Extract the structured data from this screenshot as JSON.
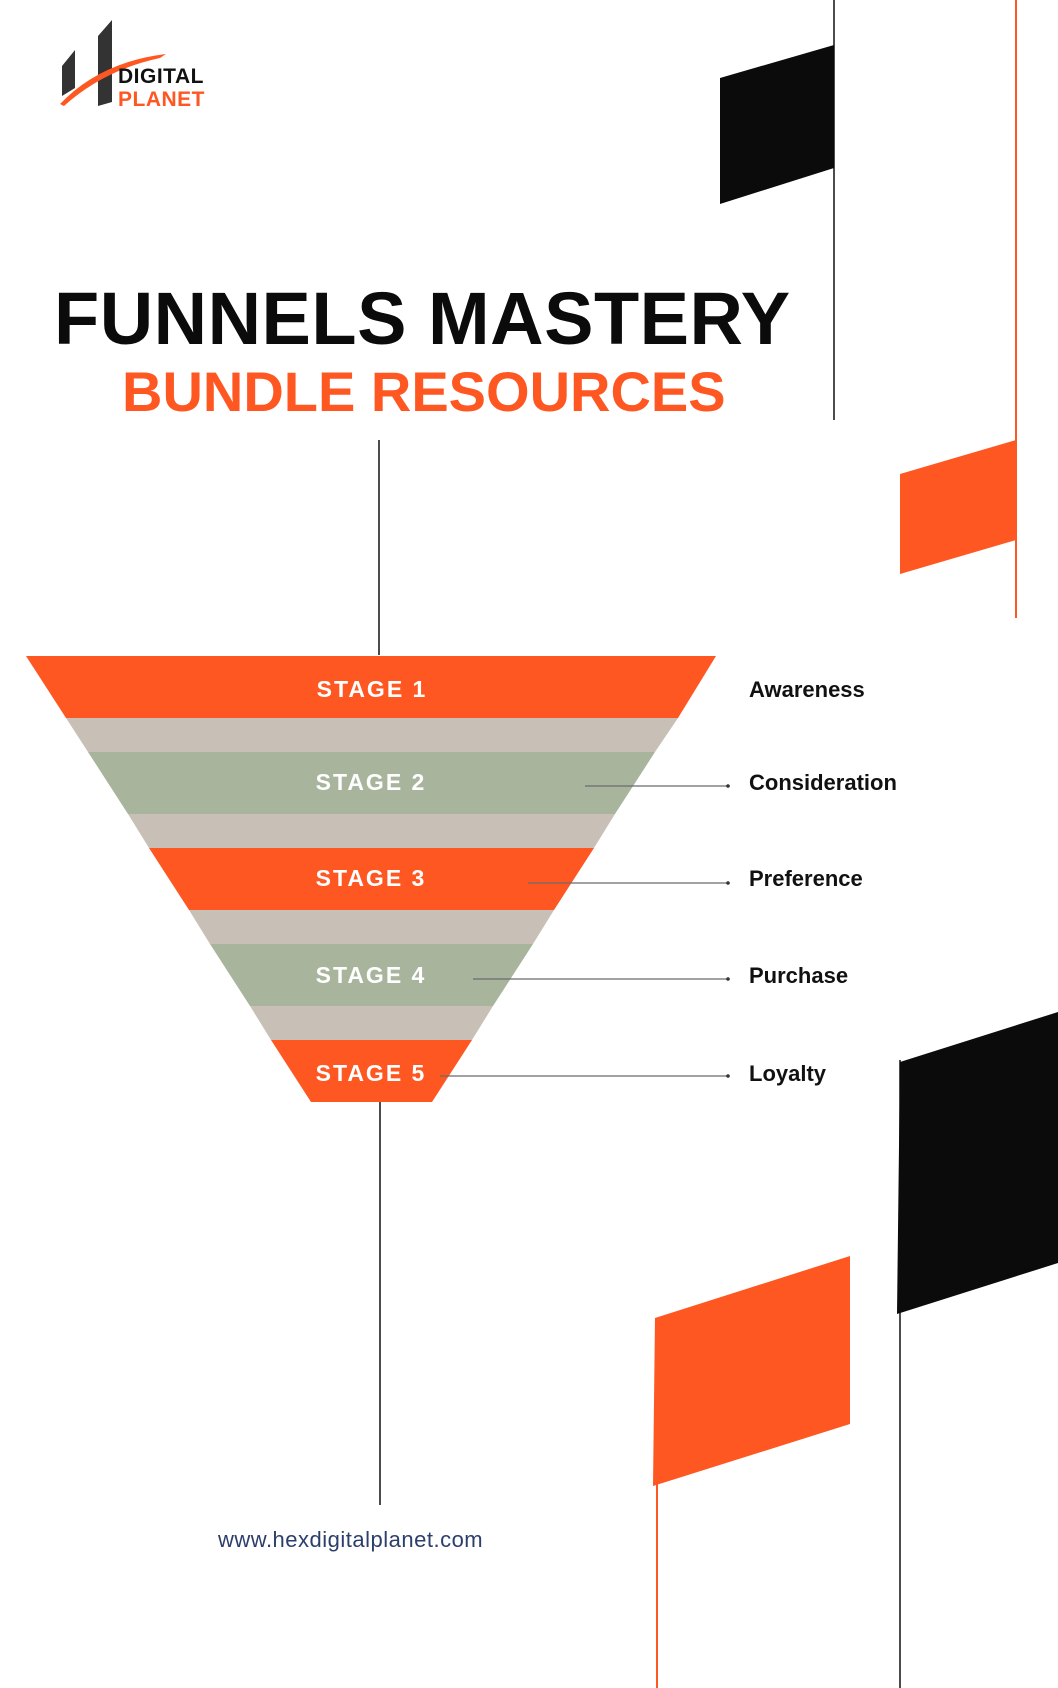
{
  "brand": {
    "line1": "DIGITAL",
    "line2": "PLANET",
    "logo_icon": "hex-h-logo-icon"
  },
  "title": {
    "main": "FUNNELS MASTERY",
    "sub": "BUNDLE RESOURCES"
  },
  "colors": {
    "accent": "#ff5722",
    "sage": "#a8b59c",
    "taupe": "#c8c0b6",
    "dark": "#0b0b0b",
    "website": "#2c3e6b"
  },
  "funnel": {
    "stages": [
      {
        "label": "STAGE 1",
        "name": "Awareness",
        "color": "#ff5722"
      },
      {
        "label": "STAGE 2",
        "name": "Consideration",
        "color": "#a8b59c"
      },
      {
        "label": "STAGE 3",
        "name": "Preference",
        "color": "#ff5722"
      },
      {
        "label": "STAGE 4",
        "name": "Purchase",
        "color": "#a8b59c"
      },
      {
        "label": "STAGE 5",
        "name": "Loyalty",
        "color": "#ff5722"
      }
    ]
  },
  "footer": {
    "website": "www.hexdigitalplanet.com"
  }
}
